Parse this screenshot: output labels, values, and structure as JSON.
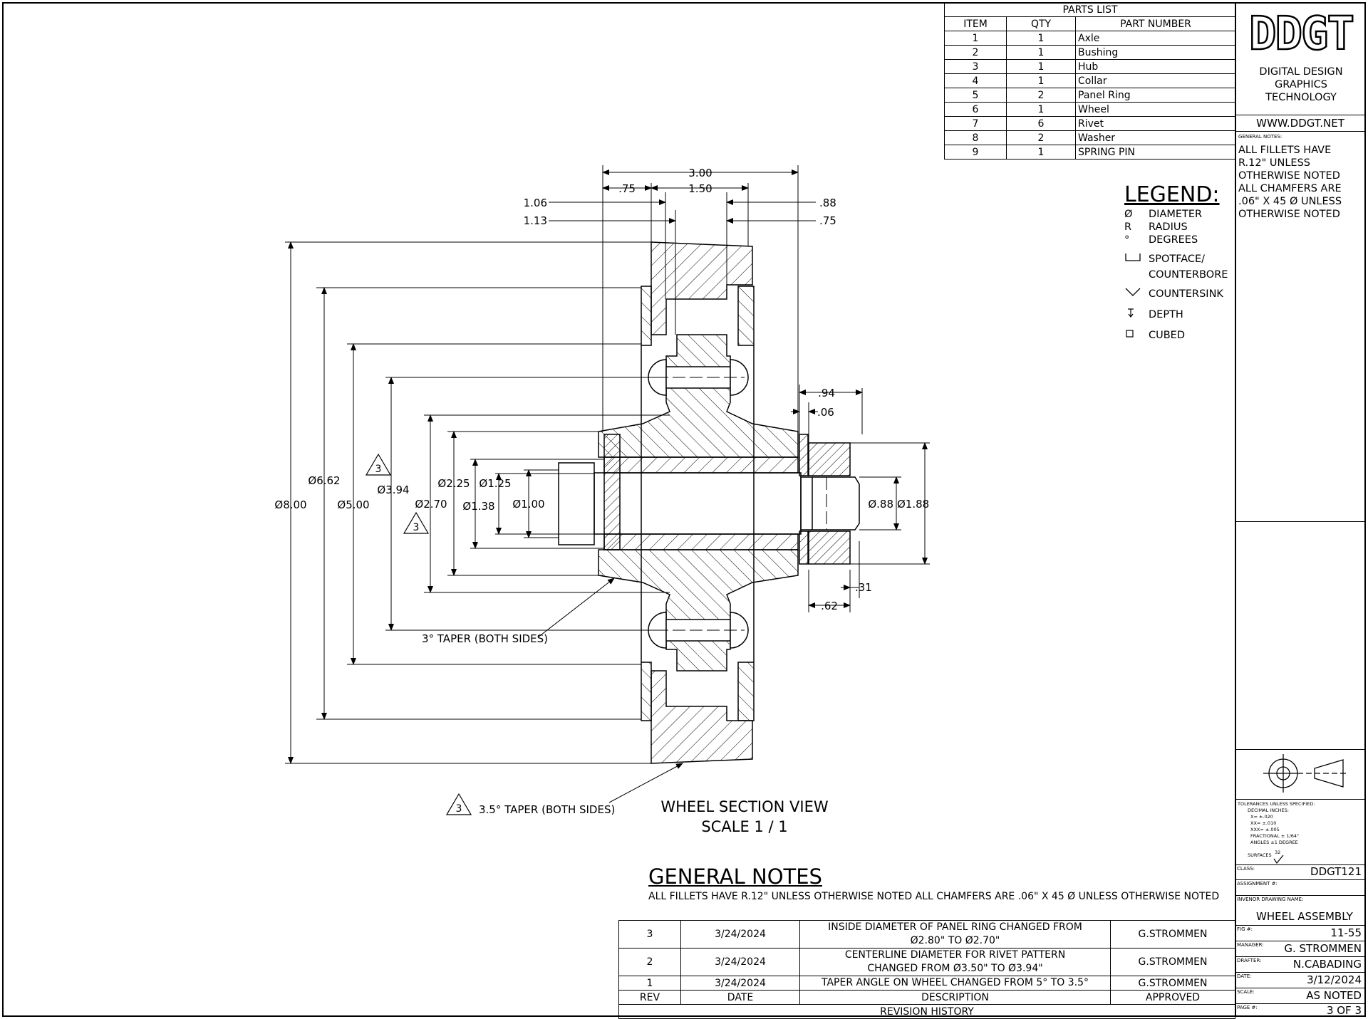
{
  "parts_list": {
    "title": "PARTS LIST",
    "headers": [
      "ITEM",
      "QTY",
      "PART NUMBER"
    ],
    "rows": [
      [
        "1",
        "1",
        "Axle"
      ],
      [
        "2",
        "1",
        "Bushing"
      ],
      [
        "3",
        "1",
        "Hub"
      ],
      [
        "4",
        "1",
        "Collar"
      ],
      [
        "5",
        "2",
        "Panel Ring"
      ],
      [
        "6",
        "1",
        "Wheel"
      ],
      [
        "7",
        "6",
        "Rivet"
      ],
      [
        "8",
        "2",
        "Washer"
      ],
      [
        "9",
        "1",
        "SPRING PIN"
      ]
    ]
  },
  "title_block": {
    "logo": "DDGT",
    "company": [
      "DIGITAL DESIGN",
      "GRAPHICS",
      "TECHNOLOGY"
    ],
    "website": "WWW.DDGT.NET",
    "general_notes_label": "GENERAL NOTES:",
    "general_notes_text": "ALL FILLETS HAVE R.12\" UNLESS OTHERWISE NOTED ALL CHAMFERS ARE .06\" X 45 Ø UNLESS OTHERWISE NOTED",
    "tolerances": [
      "TOLERANCES UNLESS SPECIFIED:",
      "DECIMAL INCHES:",
      "X= ±.020",
      "XX= ±.010",
      "XXX= ±.005",
      "FRACTIONAL ± 1/64\"",
      "ANGLES ±1 DEGREE"
    ],
    "surfaces_label": "SURFACES",
    "surfaces_value": "32",
    "class_label": "CLASS:",
    "class_value": "DDGT121",
    "assignment_label": "ASSIGNMENT #:",
    "drawing_name_label": "INVENOR DRAWING NAME:",
    "drawing_name": "WHEEL ASSEMBLY",
    "fig_label": "FIG #:",
    "fig_value": "11-55",
    "manager_label": "MANAGER:",
    "manager_value": "G. STROMMEN",
    "drafter_label": "DRAFTER:",
    "drafter_value": "N.CABADING",
    "date_label": "DATE:",
    "date_value": "3/12/2024",
    "scale_label": "SCALE:",
    "scale_value": "AS NOTED",
    "page_label": "PAGE #:",
    "page_value": "3 OF 3"
  },
  "legend": {
    "title": "LEGEND:",
    "items": [
      {
        "symbol": "Ø",
        "label": "DIAMETER"
      },
      {
        "symbol": "R",
        "label": "RADIUS"
      },
      {
        "symbol": "°",
        "label": "DEGREES"
      },
      {
        "symbol": "spotface-icon",
        "label": "SPOTFACE/"
      },
      {
        "symbol": "",
        "label": "COUNTERBORE"
      },
      {
        "symbol": "countersink-icon",
        "label": "COUNTERSINK"
      },
      {
        "symbol": "depth-icon",
        "label": "DEPTH"
      },
      {
        "symbol": "cubed-icon",
        "label": "CUBED"
      }
    ]
  },
  "drawing": {
    "view_title": "WHEEL SECTION VIEW",
    "view_scale": "SCALE 1 / 1",
    "dims": {
      "top_overall": "3.00",
      "top_75": ".75",
      "top_150": "1.50",
      "left_106": "1.06",
      "left_113": "1.13",
      "right_88": ".88",
      "right_75": ".75",
      "d800": "Ø8.00",
      "d662": "Ø6.62",
      "d500": "Ø5.00",
      "d394": "Ø3.94",
      "d270": "Ø2.70",
      "d225": "Ø2.25",
      "d138": "Ø1.38",
      "d125": "Ø1.25",
      "d100": "Ø1.00",
      "d088": "Ø.88",
      "d188": "Ø1.88",
      "w94": ".94",
      "w06": ".06",
      "w31": ".31",
      "w62": ".62",
      "rev_tag": "3"
    },
    "note_taper3": "3° TAPER (BOTH SIDES)",
    "note_taper35": "3.5° TAPER (BOTH SIDES)"
  },
  "general_notes": {
    "title": "GENERAL NOTES",
    "text": "ALL FILLETS HAVE R.12\" UNLESS OTHERWISE NOTED ALL CHAMFERS ARE .06\" X 45 Ø  UNLESS OTHERWISE NOTED"
  },
  "revision_history": {
    "title": "REVISION HISTORY",
    "headers": [
      "REV",
      "DATE",
      "DESCRIPTION",
      "APPROVED"
    ],
    "rows": [
      [
        "3",
        "3/24/2024",
        "INSIDE DIAMETER OF PANEL RING CHANGED FROM Ø2.80\" TO Ø2.70\"",
        "G.STROMMEN"
      ],
      [
        "2",
        "3/24/2024",
        "CENTERLINE DIAMETER FOR RIVET PATTERN CHANGED FROM Ø3.50\" TO Ø3.94\"",
        "G.STROMMEN"
      ],
      [
        "1",
        "3/24/2024",
        "TAPER ANGLE ON WHEEL CHANGED FROM 5° TO 3.5°",
        "G.STROMMEN"
      ]
    ]
  }
}
